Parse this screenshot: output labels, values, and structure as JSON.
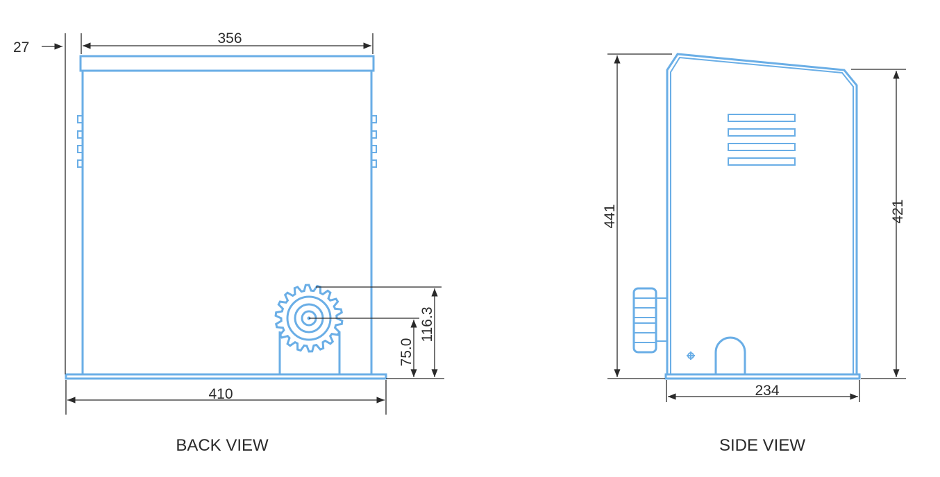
{
  "back_view": {
    "caption": "BACK VIEW",
    "dimensions": {
      "edge_offset": "27",
      "top_width": "356",
      "base_width": "410",
      "gear_center_height": "75.0",
      "gear_top_height": "116.3"
    }
  },
  "side_view": {
    "caption": "SIDE VIEW",
    "dimensions": {
      "total_height": "441",
      "rear_height": "421",
      "depth": "234"
    }
  },
  "colors": {
    "outline": "#6aaee6",
    "dimension_lines": "#2a2a2a",
    "text": "#2a2a2a"
  }
}
